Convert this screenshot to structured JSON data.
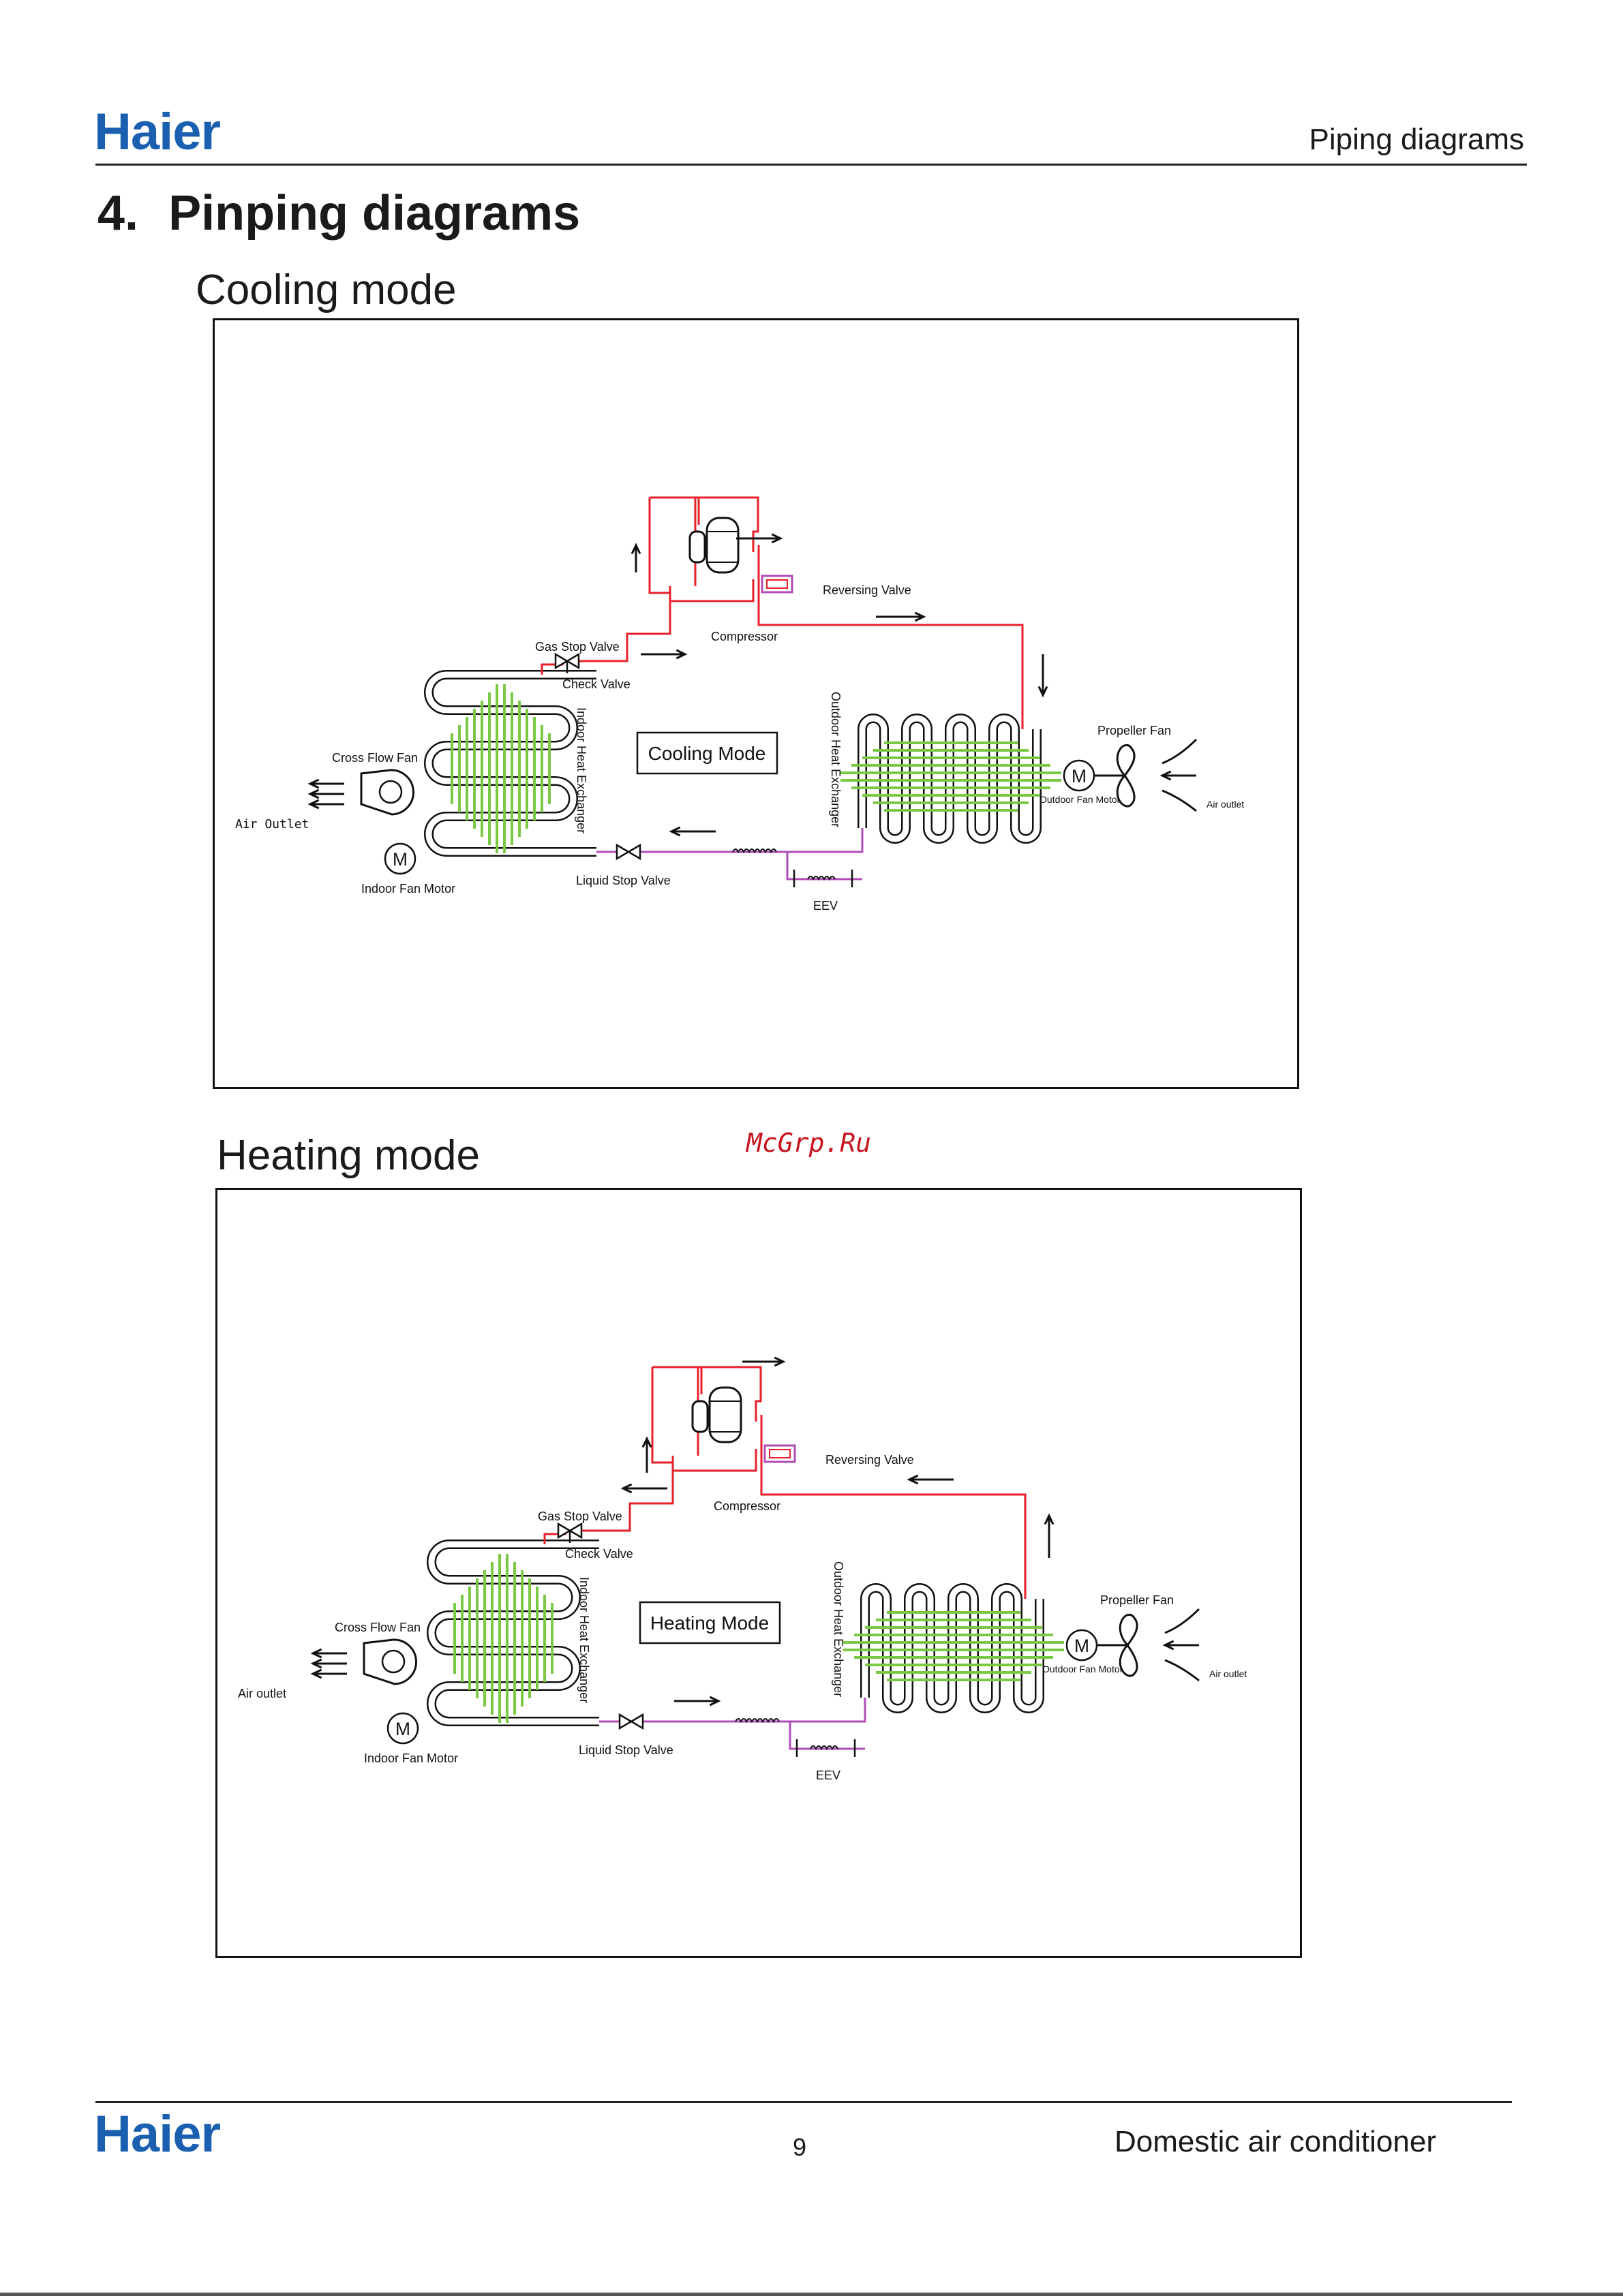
{
  "header": {
    "logo": "Haier",
    "section": "Piping diagrams"
  },
  "title": {
    "number": "4.",
    "text": "Pinping diagrams"
  },
  "watermark": "McGrp.Ru",
  "colors": {
    "brand": "#1b5fb0",
    "gas_line": "#e8202a",
    "liquid_line": "#b04cb8",
    "coil_fins": "#7ac943"
  },
  "diagrams": [
    {
      "heading": "Cooling mode",
      "mode_label": "Cooling Mode",
      "labels": {
        "compressor": "Compressor",
        "reversing_valve": "Reversing Valve",
        "gas_stop_valve": "Gas Stop Valve",
        "check_valve": "Check Valve",
        "indoor_hx": "Indoor Heat Exchanger",
        "outdoor_hx": "Outdoor Heat Exchanger",
        "cross_flow_fan": "Cross Flow Fan",
        "indoor_air": "Air Outlet",
        "indoor_fan_motor": "Indoor Fan Motor",
        "liquid_stop_valve": "Liquid Stop Valve",
        "eev": "EEV",
        "propeller_fan": "Propeller Fan",
        "outdoor_fan_motor": "Outdoor Fan Motor",
        "outdoor_air": "Air outlet",
        "motor_symbol": "M"
      }
    },
    {
      "heading": "Heating mode",
      "mode_label": "Heating Mode",
      "labels": {
        "compressor": "Compressor",
        "reversing_valve": "Reversing Valve",
        "gas_stop_valve": "Gas Stop Valve",
        "check_valve": "Check Valve",
        "indoor_hx": "Indoor Heat Exchanger",
        "outdoor_hx": "Outdoor Heat Exchanger",
        "cross_flow_fan": "Cross Flow Fan",
        "indoor_air": "Air outlet",
        "indoor_fan_motor": "Indoor Fan Motor",
        "liquid_stop_valve": "Liquid Stop Valve",
        "eev": "EEV",
        "propeller_fan": "Propeller Fan",
        "outdoor_fan_motor": "Outdoor Fan Motor",
        "outdoor_air": "Air outlet",
        "motor_symbol": "M"
      }
    }
  ],
  "footer": {
    "logo": "Haier",
    "page_number": "9",
    "text": "Domestic air conditioner"
  }
}
